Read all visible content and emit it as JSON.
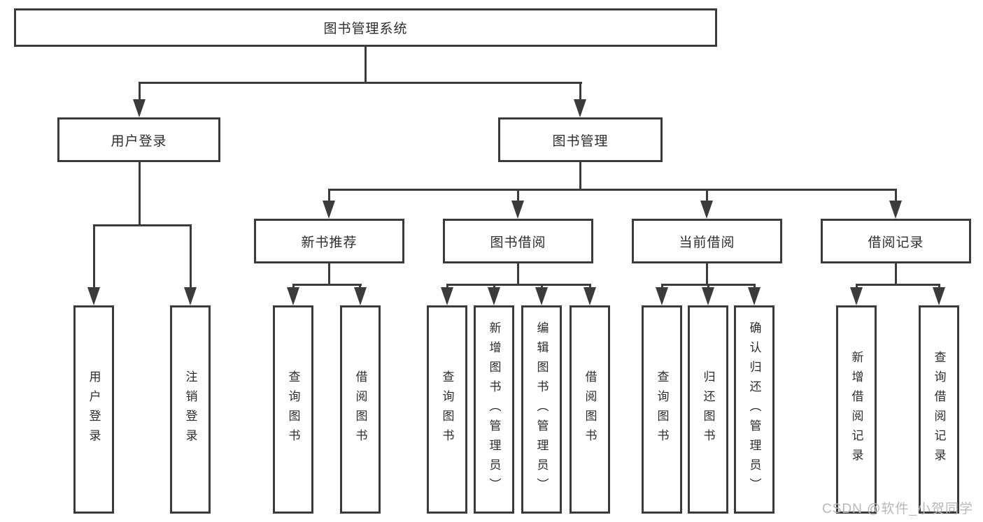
{
  "tree": {
    "root": "图书管理系统",
    "login": {
      "label": "用户登录",
      "leaves": [
        "用户登录",
        "注销登录"
      ]
    },
    "management": {
      "label": "图书管理",
      "groups": [
        {
          "label": "新书推荐",
          "leaves": [
            "查询图书",
            "借阅图书"
          ]
        },
        {
          "label": "图书借阅",
          "leaves": [
            "查询图书",
            "新增图书（管理员）",
            "编辑图书（管理员）",
            "借阅图书"
          ]
        },
        {
          "label": "当前借阅",
          "leaves": [
            "查询图书",
            "归还图书",
            "确认归还（管理员）"
          ]
        },
        {
          "label": "借阅记录",
          "leaves": [
            "新增借阅记录",
            "查询借阅记录"
          ]
        }
      ]
    }
  },
  "watermark": "CSDN @软件_小贺同学",
  "colors": {
    "line": "#3b3b3b",
    "text": "#2d2d2d",
    "watermark": "#b8b8b8",
    "background": "#ffffff"
  }
}
